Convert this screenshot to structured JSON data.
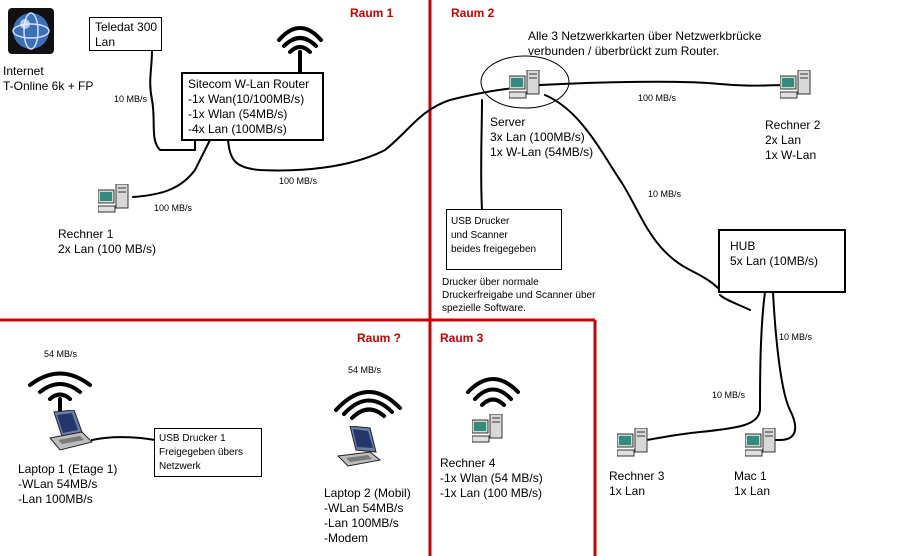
{
  "colors": {
    "room_border": "#cc0000",
    "cable": "#000000"
  },
  "rooms": {
    "r1": "Raum 1",
    "r2": "Raum 2",
    "r3": "Raum 3",
    "rq": "Raum ?"
  },
  "internet": {
    "icon": "globe-icon",
    "lines": [
      "Internet",
      "T-Online 6k + FP"
    ]
  },
  "teledat": {
    "lines": [
      "Teledat 300",
      "Lan"
    ]
  },
  "router": {
    "icon": "wifi-signal-icon",
    "lines": [
      "Sitecom W-Lan Router",
      "-1x Wan(10/100MB/s)",
      "-1x Wlan (54MB/s)",
      "-4x Lan (100MB/s)"
    ]
  },
  "server": {
    "icon": "computer-icon",
    "note": [
      "Alle 3 Netzwerkkarten über Netzwerkbrücke",
      "verbunden / überbrückt zum Router."
    ],
    "lines": [
      "Server",
      "3x Lan (100MB/s)",
      "1x W-Lan (54MB/s)"
    ]
  },
  "rechner1": {
    "icon": "computer-icon",
    "lines": [
      "Rechner 1",
      "2x Lan (100 MB/s)"
    ]
  },
  "rechner2": {
    "icon": "computer-icon",
    "lines": [
      "Rechner 2",
      "2x Lan",
      "1x W-Lan"
    ]
  },
  "usb_drucker": {
    "lines": [
      "USB Drucker",
      "und Scanner",
      "beides freigegeben"
    ],
    "note": [
      "Drucker über normale",
      "Druckerfreigabe und Scanner über",
      "spezielle Software."
    ]
  },
  "hub": {
    "lines": [
      "HUB",
      "5x Lan (10MB/s)"
    ]
  },
  "laptop1": {
    "icon": "laptop-icon",
    "speed": "54 MB/s",
    "lines": [
      "Laptop 1 (Etage 1)",
      "-WLan 54MB/s",
      "-Lan 100MB/s"
    ]
  },
  "usb_drucker1": {
    "lines": [
      "USB Drucker 1",
      "Freigegeben übers",
      "Netzwerk"
    ]
  },
  "laptop2": {
    "icon": "laptop-icon",
    "speed": "54 MB/s",
    "lines": [
      "Laptop 2 (Mobil)",
      "-WLan 54MB/s",
      "-Lan 100MB/s",
      "-Modem"
    ]
  },
  "rechner4": {
    "icon": "computer-icon",
    "lines": [
      "Rechner 4",
      "-1x Wlan (54 MB/s)",
      "-1x Lan (100 MB/s)"
    ]
  },
  "rechner3": {
    "icon": "computer-icon",
    "lines": [
      "Rechner 3",
      "1x Lan"
    ]
  },
  "mac1": {
    "icon": "computer-icon",
    "lines": [
      "Mac 1",
      "1x Lan"
    ]
  },
  "speeds": {
    "teledat_router": "10 MB/s",
    "rechner1_router": "100 MB/s",
    "router_server": "100 MB/s",
    "server_rechner2": "100 MB/s",
    "server_hub": "10 MB/s",
    "hub_rechner3": "10 MB/s",
    "hub_mac1": "10 MB/s"
  }
}
